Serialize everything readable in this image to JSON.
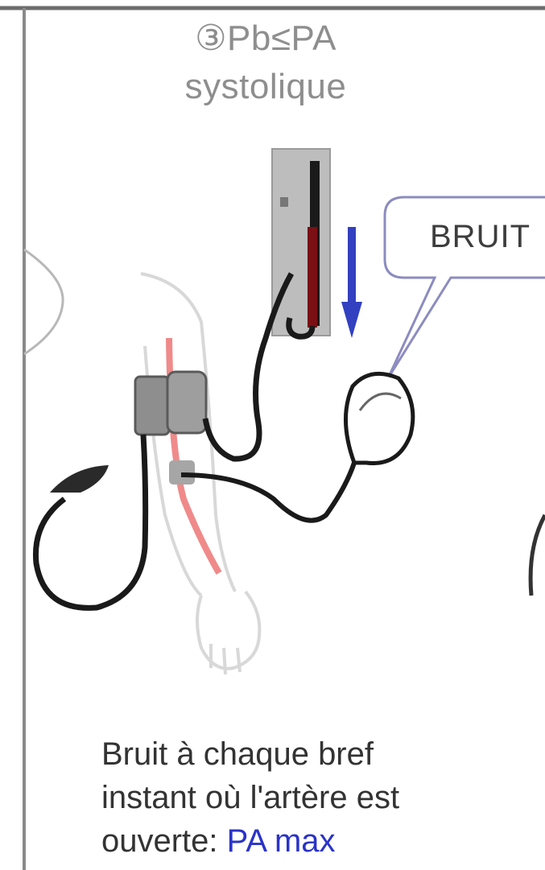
{
  "panel": {
    "title_line1": "③Pb≤PA",
    "title_line2": "systolique"
  },
  "bubble": {
    "label": "BRUIT"
  },
  "caption": {
    "line1": "Bruit à chaque bref",
    "line2": "instant où l'artère est",
    "line3_prefix": "ouverte: ",
    "line3_highlight": "PA max"
  },
  "colors": {
    "arrow": "#3340c0",
    "mercury": "#7a0f14",
    "artery": "#f08a8a",
    "highlight": "#2a33c8"
  },
  "icons": [
    "manometer",
    "stethoscope",
    "inflation-bulb",
    "cuff",
    "arm",
    "down-arrow",
    "speech-bubble"
  ]
}
